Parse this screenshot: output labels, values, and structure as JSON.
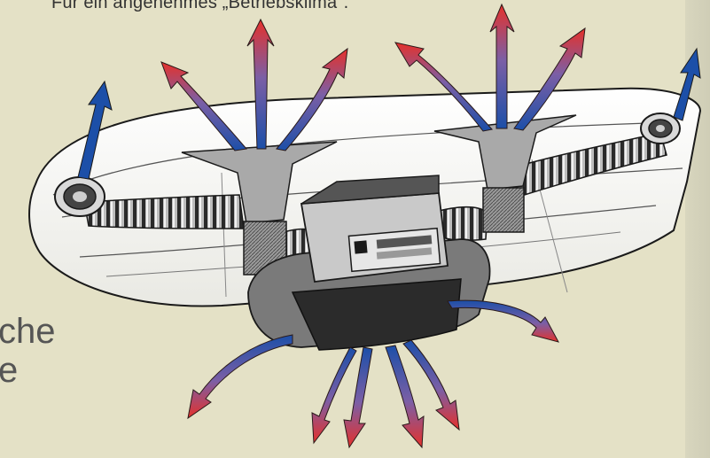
{
  "page": {
    "caption": "Für ein angenehmes „Betriebsklima\".",
    "side_text": [
      "che",
      "e"
    ]
  },
  "illustration": {
    "subject": "dashboard ventilation system diagram",
    "colors": {
      "warm_air": "#e5312b",
      "cool_air": "#1c4fa8",
      "background": "#e4e1c6",
      "panel": "#f5f5f1",
      "ink": "#1a1a1a"
    }
  }
}
